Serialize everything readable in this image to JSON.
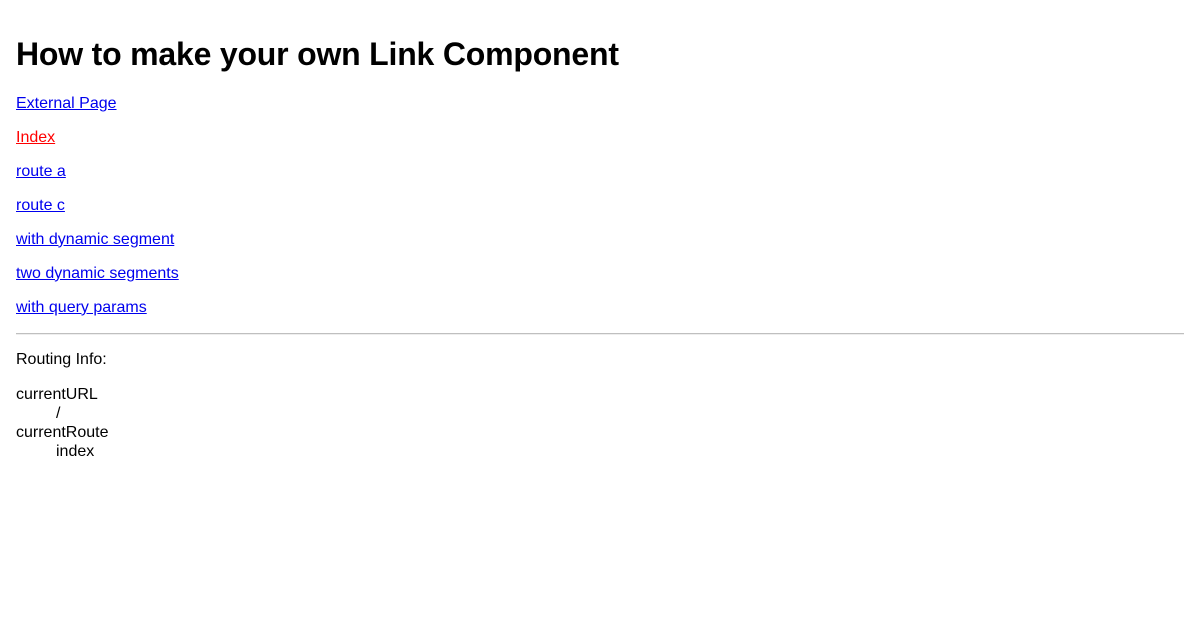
{
  "page": {
    "title": "How to make your own Link Component"
  },
  "nav": {
    "links": [
      {
        "label": "External Page",
        "state": "default"
      },
      {
        "label": "Index",
        "state": "active"
      },
      {
        "label": "route a",
        "state": "default"
      },
      {
        "label": "route c",
        "state": "default"
      },
      {
        "label": "with dynamic segment",
        "state": "default"
      },
      {
        "label": "two dynamic segments",
        "state": "default"
      },
      {
        "label": "with query params",
        "state": "default"
      }
    ]
  },
  "routing": {
    "label": "Routing Info:",
    "entries": [
      {
        "term": "currentURL",
        "value": "/"
      },
      {
        "term": "currentRoute",
        "value": "index"
      }
    ]
  },
  "colors": {
    "link": "#0000ee",
    "link_active": "#ff0000",
    "text": "#000000",
    "background": "#ffffff",
    "divider": "#bfbfbf"
  }
}
